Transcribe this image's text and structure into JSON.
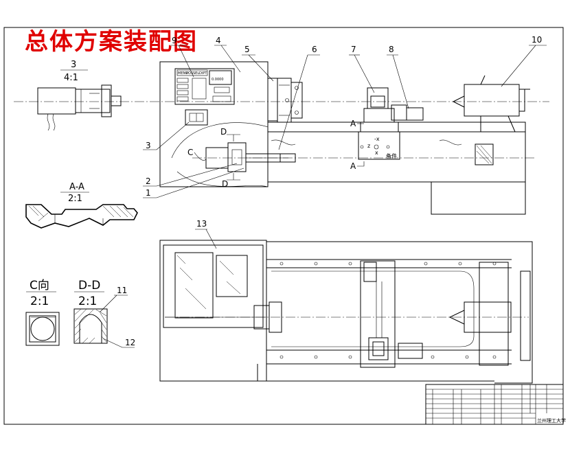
{
  "title": "总体方案装配图",
  "labels": {
    "p1": "1",
    "p2": "2",
    "p3": "3",
    "p4": "4",
    "p5": "5",
    "p6": "6",
    "p7": "7",
    "p8": "8",
    "p9": "9",
    "p10": "10",
    "p11": "11",
    "p12": "12",
    "p13": "13",
    "c": "C",
    "d_top": "D",
    "d_bot": "D",
    "a_top": "A",
    "a_bot": "A"
  },
  "sections": {
    "detail3_name": "3",
    "detail3_scale": "4:1",
    "aa_name": "A-A",
    "aa_scale": "2:1",
    "c_name": "C向",
    "c_scale": "2:1",
    "dd_name": "D-D",
    "dd_scale": "2:1"
  },
  "panel": {
    "display_text": "0.0000",
    "key_labels": [
      "MENU",
      "POS",
      "SEL",
      "DIPT"
    ]
  },
  "carriage_mark": "备件",
  "titleblock": {
    "school": "兰州理工大学"
  }
}
